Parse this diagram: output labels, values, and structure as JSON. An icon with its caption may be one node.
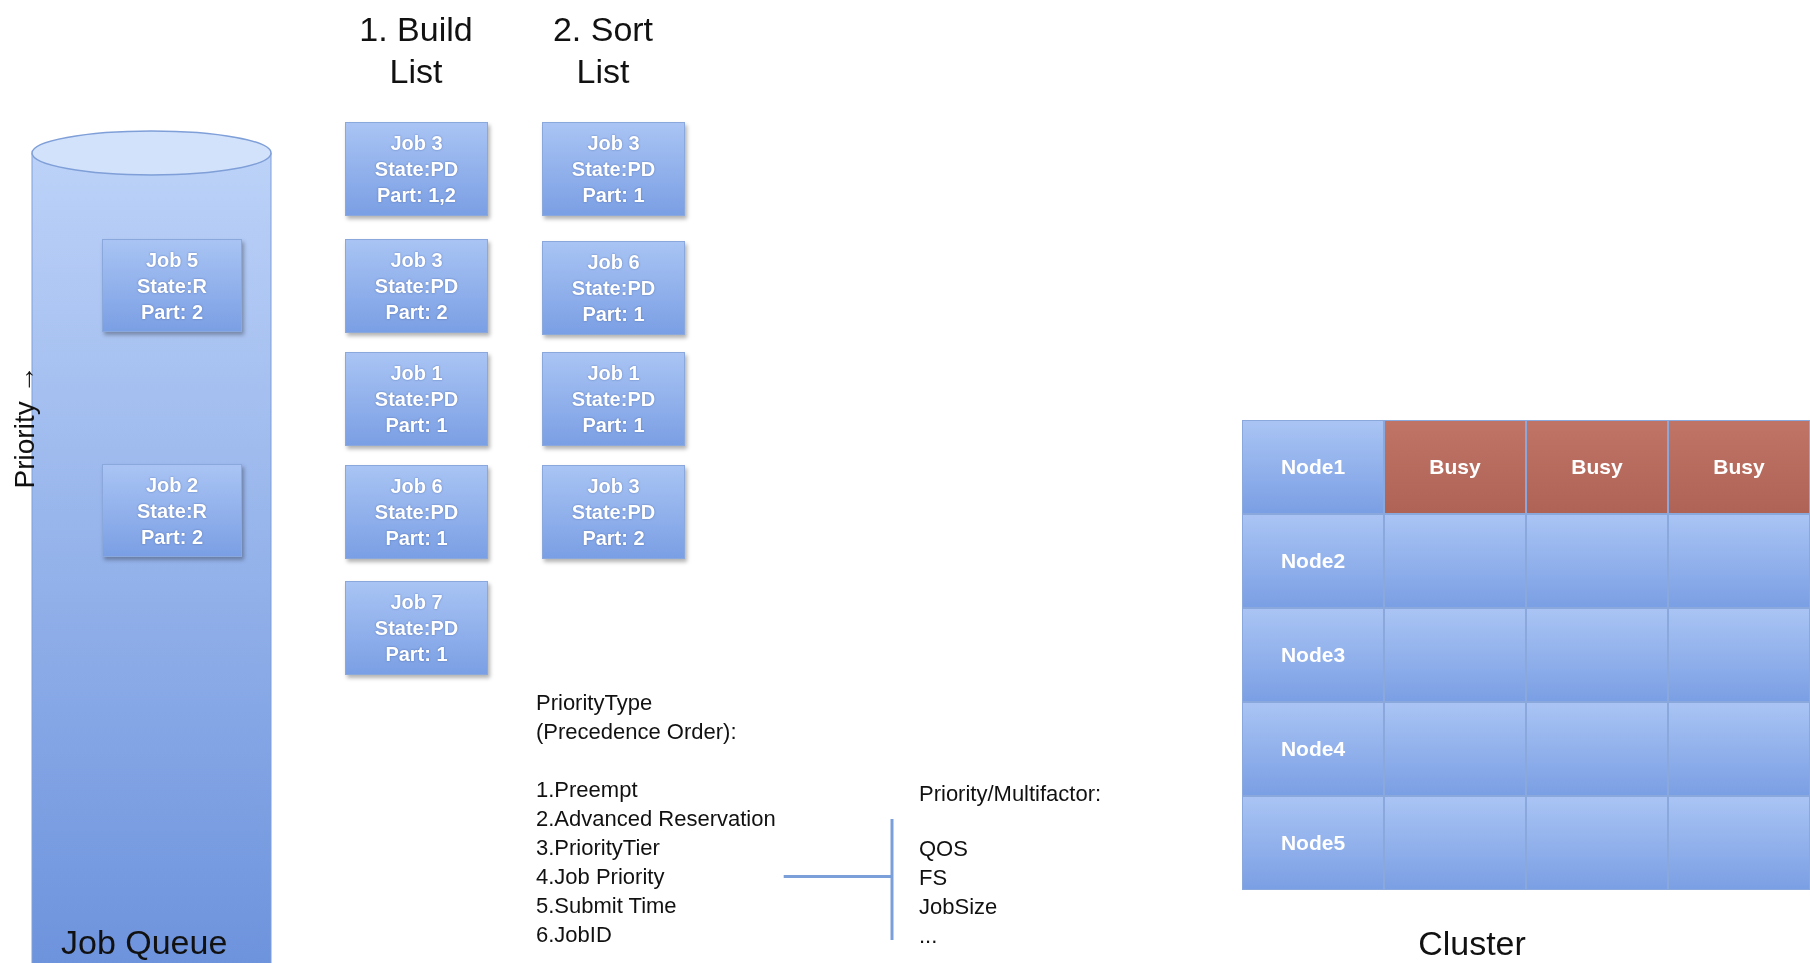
{
  "diagram": {
    "nodes": [
      {
        "text": [
          "Job Queue"
        ]
      },
      {
        "text": [
          "Job 5 State:R Part: 2"
        ],
        "in": 0
      },
      {
        "text": [
          "Job 2 State:R Part: 2"
        ],
        "in": 0
      },
      {
        "text": [
          "Job 3 State:PD Part: 1,2"
        ]
      },
      {
        "text": [
          "Job 3 State:PD Part: 2"
        ]
      },
      {
        "text": [
          "Job 1 State:PD Part: 1"
        ]
      },
      {
        "text": [
          "Job 6 State:PD Part: 1"
        ]
      },
      {
        "text": [
          "Job 7 State:PD Part: 1"
        ]
      },
      {
        "text": [
          "Job 3 State:PD Part: 1"
        ]
      },
      {
        "text": [
          "Job 6 State:PD Part: 1"
        ]
      },
      {
        "text": [
          "Job 1 State:PD Part: 1"
        ]
      },
      {
        "text": [
          "Job 3 State:PD Part: 2"
        ]
      },
      {
        "text": [
          "PriorityType (Precedence Order):",
          "1.Preempt",
          "2.Advanced Reservation",
          "3.PriorityTier",
          "4.Job Priority",
          "5.Submit Time",
          "6.JobID"
        ]
      },
      {
        "text": [
          "Priority/Multifactor:",
          "QOS",
          "FS",
          "JobSize",
          "..."
        ]
      },
      {
        "text": [
          "Cluster"
        ]
      },
      {
        "text": [
          "Node1"
        ],
        "in": 14
      },
      {
        "text": [
          "Busy"
        ],
        "in": 14
      },
      {
        "text": [
          "Busy"
        ],
        "in": 14
      },
      {
        "text": [
          "Busy"
        ],
        "in": 14
      },
      {
        "text": [
          "Node2"
        ],
        "in": 14
      },
      {
        "text": [],
        "shape": "box",
        "in": 14
      },
      {
        "text": [],
        "shape": "box",
        "in": 14
      },
      {
        "text": [],
        "shape": "box",
        "in": 14
      },
      {
        "text": [
          "Node3"
        ],
        "in": 14
      },
      {
        "text": [],
        "shape": "box",
        "in": 14
      },
      {
        "text": [],
        "shape": "box",
        "in": 14
      },
      {
        "text": [],
        "shape": "box",
        "in": 14
      },
      {
        "text": [
          "Node4"
        ],
        "in": 14
      },
      {
        "text": [],
        "shape": "box",
        "in": 14
      },
      {
        "text": [],
        "shape": "box",
        "in": 14
      },
      {
        "text": [],
        "shape": "box",
        "in": 14
      },
      {
        "text": [
          "Node5"
        ],
        "in": 14
      },
      {
        "text": [],
        "shape": "box",
        "in": 14
      },
      {
        "text": [],
        "shape": "box",
        "in": 14
      },
      {
        "text": [],
        "shape": "box",
        "in": 14
      }
    ],
    "edges": [
      {
        "from": 12,
        "to": 13,
        "arrow": "none"
      }
    ],
    "labels": [
      "1. Build List",
      "2. Sort List",
      "Priority →"
    ]
  }
}
